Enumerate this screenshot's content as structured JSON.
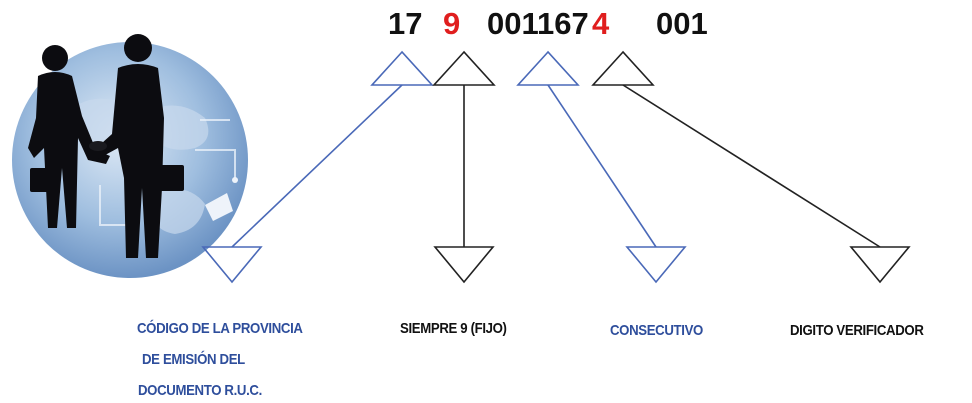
{
  "ruc": {
    "province": "17",
    "fixed": "9",
    "consecutive": "001167",
    "check": "4",
    "establishment": "001"
  },
  "labels": {
    "province_line1": "CÓDIGO DE LA PROVINCIA",
    "province_line2": "DE EMISIÓN DEL",
    "province_line3": "DOCUMENTO R.U.C.",
    "fixed": "SIEMPRE 9 (FIJO)",
    "consecutive": "CONSECUTIVO",
    "check": "DIGITO VERIFICADOR"
  },
  "colors": {
    "blue_label": "#2e4e9c",
    "red_digit": "#e01e1e",
    "blue_line": "#4a69b8",
    "dark_line": "#222222"
  },
  "icons": {
    "illustration": "business-handshake-globe"
  }
}
